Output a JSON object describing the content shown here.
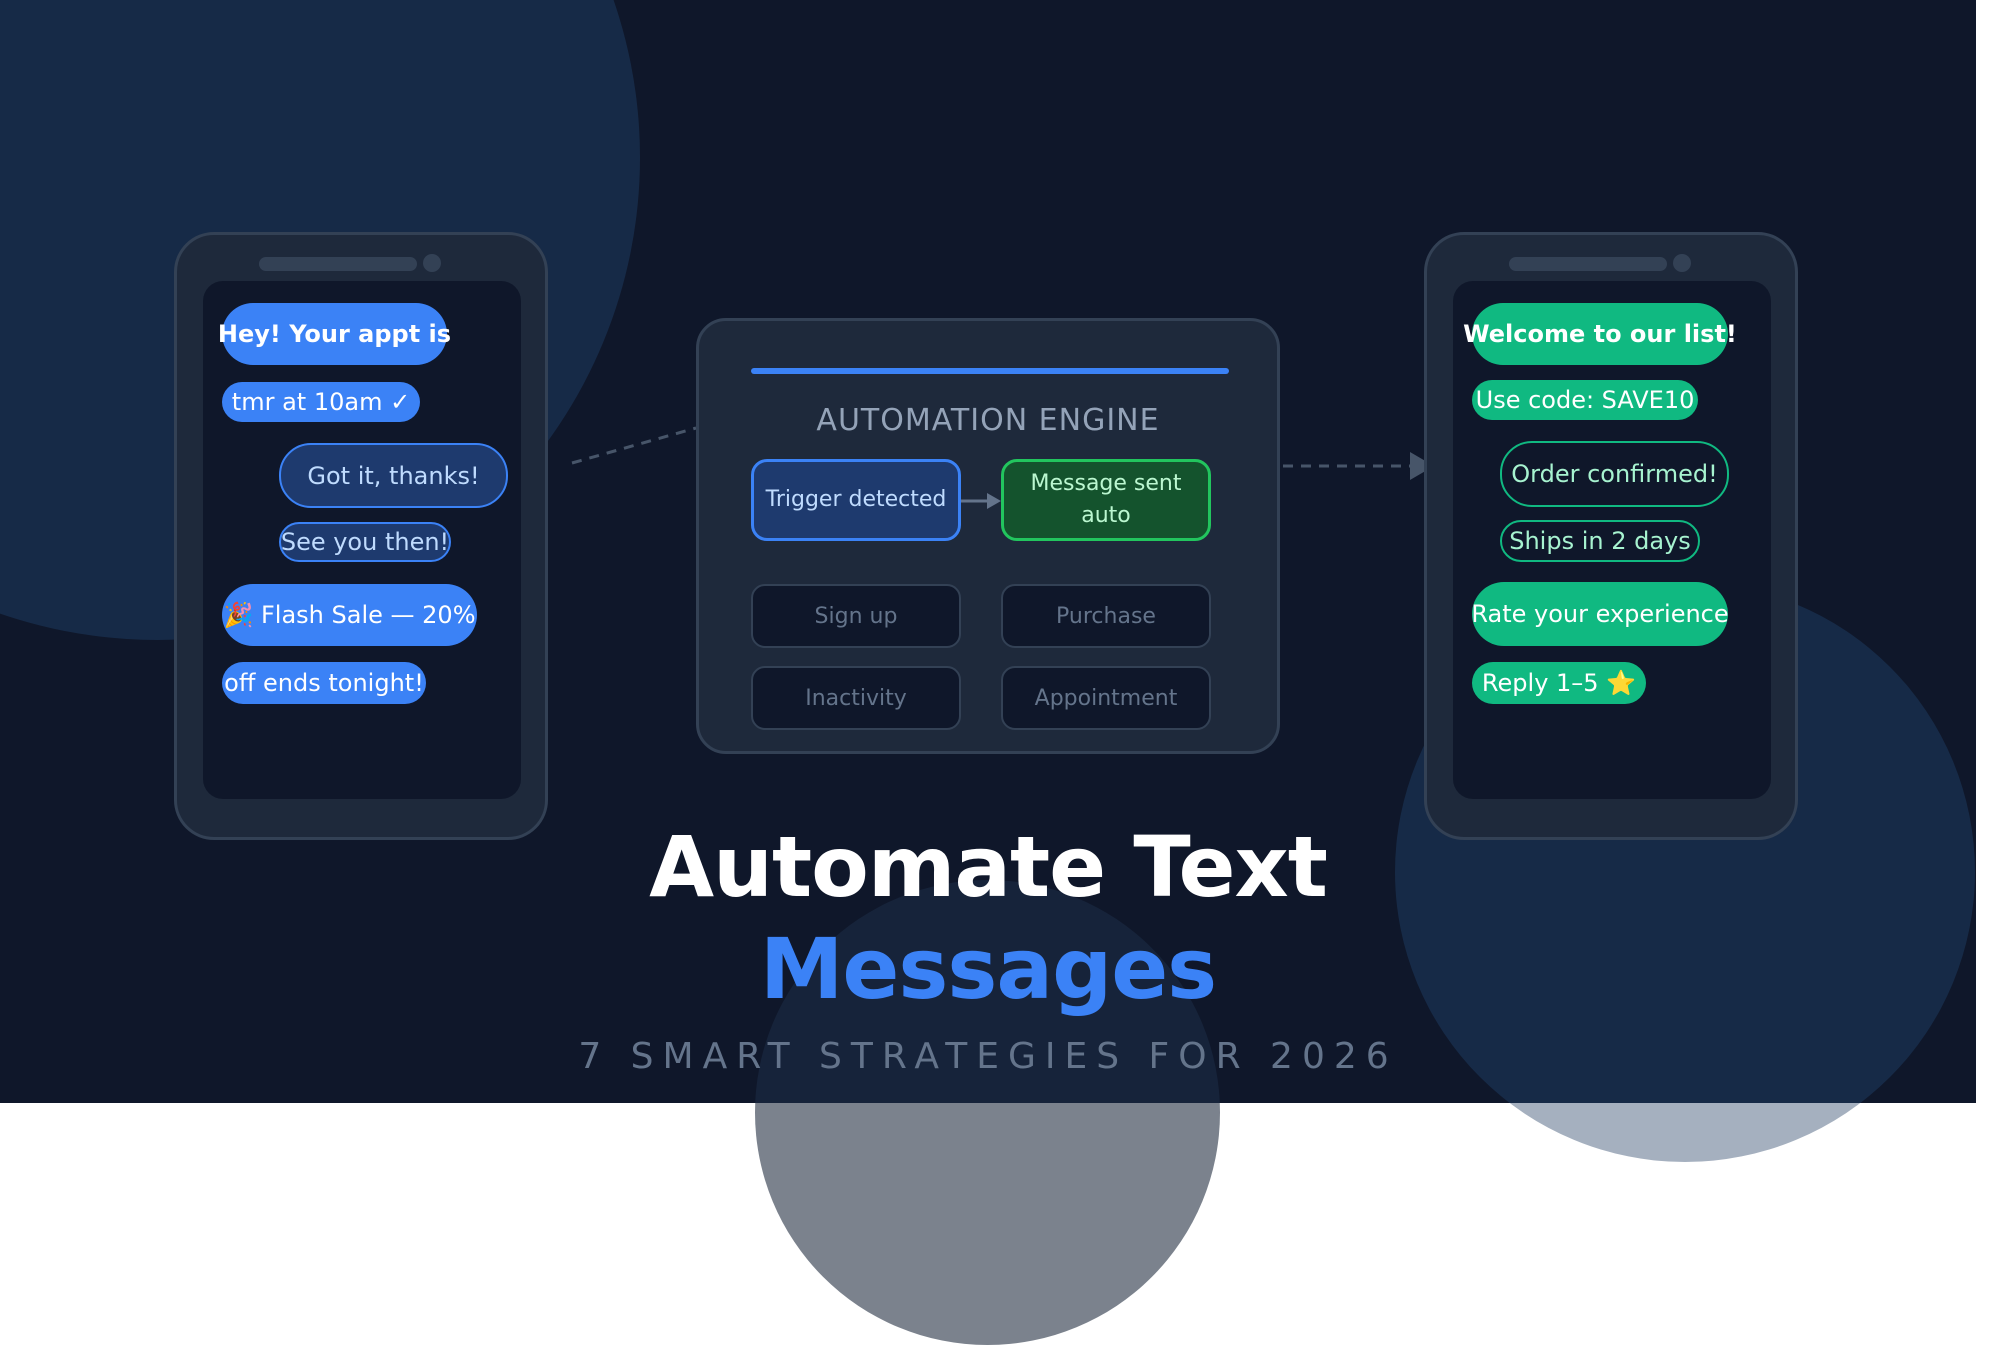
{
  "left_phone": {
    "bubbles": [
      {
        "text": "Hey! Your appt is"
      },
      {
        "text": "tmr at 10am ✓"
      },
      {
        "text": "Got it, thanks!"
      },
      {
        "text": "See you then!"
      },
      {
        "text": "🎉 Flash Sale — 20%"
      },
      {
        "text": "off ends tonight!"
      }
    ]
  },
  "engine": {
    "title": "AUTOMATION ENGINE",
    "trigger_label": "Trigger detected",
    "message_label": "Message sent auto",
    "options": [
      "Sign up",
      "Purchase",
      "Inactivity",
      "Appointment"
    ]
  },
  "right_phone": {
    "bubbles": [
      {
        "text": "Welcome to our list!"
      },
      {
        "text": "Use code: SAVE10"
      },
      {
        "text": "Order confirmed!"
      },
      {
        "text": "Ships in 2 days"
      },
      {
        "text": "Rate your experience"
      },
      {
        "text": "Reply 1–5 ⭐"
      }
    ]
  },
  "headline": {
    "line1": "Automate Text",
    "line2": "Messages",
    "subtitle": "7 SMART STRATEGIES FOR 2026"
  },
  "colors": {
    "background": "#0f172a",
    "accent_blue": "#3b82f6",
    "accent_green": "#10b981"
  }
}
